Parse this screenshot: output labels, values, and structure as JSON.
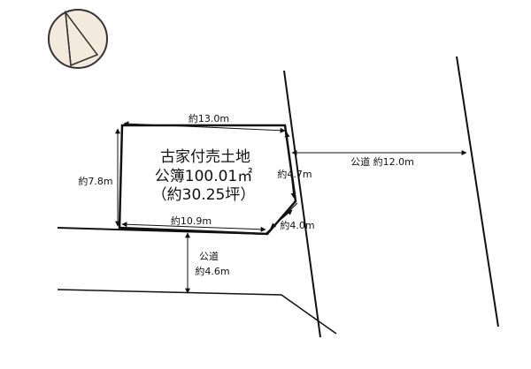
{
  "lot": {
    "name": "古家付売土地",
    "area_official": "公簿100.01㎡",
    "area_tsubo": "（約30.25坪）"
  },
  "dimensions": {
    "top_width": "約13.0m",
    "bottom_width": "約10.9m",
    "left_height": "約7.8m",
    "right_side": "約4.7m",
    "corner_cut": "約4.0m"
  },
  "roads": {
    "east_label": "公道 約12.0m",
    "south_label_line1": "公道",
    "south_label_line2": "約4.6m"
  },
  "colors": {
    "line": "#111111",
    "compass_fill": "#f3e9dc"
  },
  "icons": {
    "north_arrow": "compass-icon"
  }
}
